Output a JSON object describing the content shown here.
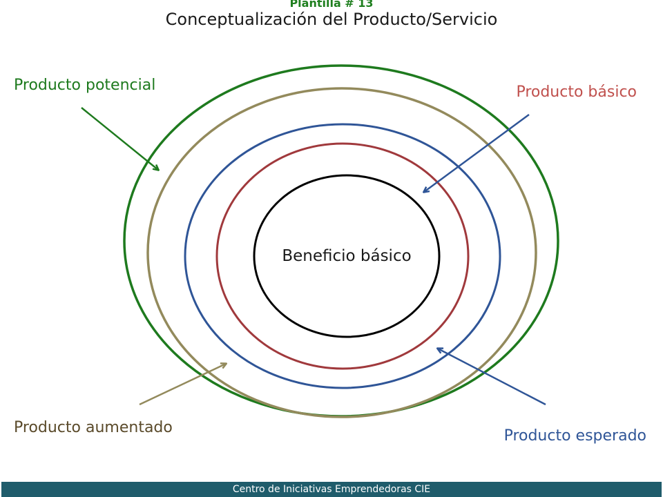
{
  "header": {
    "plantilla": "Plantilla # 13",
    "title": "Conceptualización del Producto/Servicio"
  },
  "diagram": {
    "core_label": "Beneficio básico",
    "rings": [
      {
        "key": "potencial",
        "label": "Producto potencial",
        "color": "#1e7a1e"
      },
      {
        "key": "aumentado",
        "label": "Producto aumentado",
        "color": "#938a5c"
      },
      {
        "key": "esperado",
        "label": "Producto esperado",
        "color": "#2f5597"
      },
      {
        "key": "basico",
        "label": "Producto  básico",
        "color": "#a0393c"
      }
    ],
    "core_color": "#000000",
    "label_colors": {
      "potencial": "#1e7a1e",
      "basico": "#c0504d",
      "aumentado": "#5a4a2a",
      "esperado": "#2f5597"
    }
  },
  "footer": {
    "text": "Centro de Iniciativas Emprendedoras CIE",
    "color": "#1f5c6b"
  }
}
